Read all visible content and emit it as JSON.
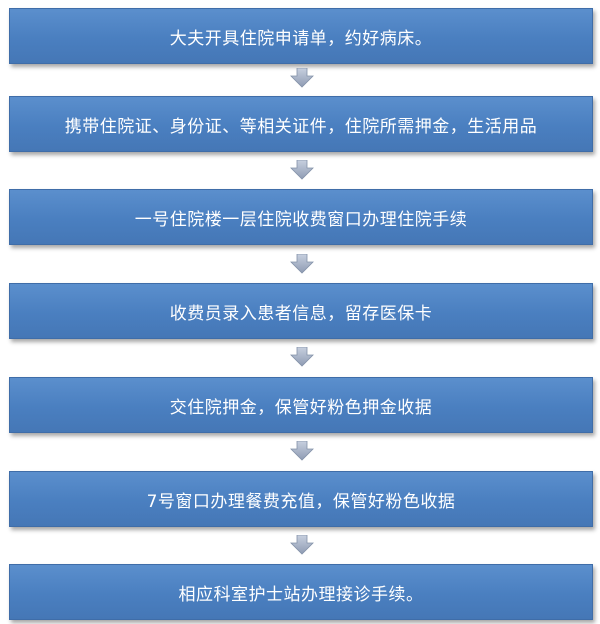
{
  "flow": {
    "steps": [
      {
        "label": "大夫开具住院申请单，约好病床。"
      },
      {
        "label": "携带住院证、身份证、等相关证件，住院所需押金，生活用品"
      },
      {
        "label": "一号住院楼一层住院收费窗口办理住院手续"
      },
      {
        "label": "收费员录入患者信息，留存医保卡"
      },
      {
        "label": "交住院押金，保管好粉色押金收据"
      },
      {
        "label": "7号窗口办理餐费充值，保管好粉色收据"
      },
      {
        "label": "相应科室护士站办理接诊手续。"
      }
    ],
    "arrow_icon": "arrow-down-icon",
    "colors": {
      "box_fill": "#4a7fc0",
      "box_border": "#3f6da8",
      "text": "#ffffff",
      "arrow": "#9eacc4"
    }
  }
}
